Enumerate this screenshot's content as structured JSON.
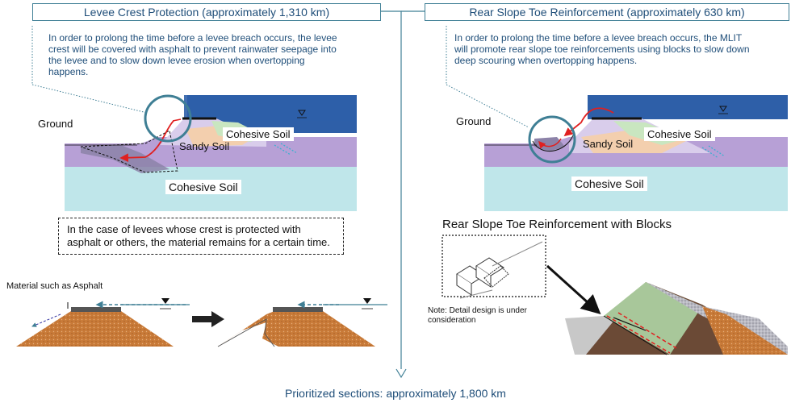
{
  "left": {
    "title": "Levee  Crest Protection (approximately  1,310 km)",
    "description": "In order to prolong the time before a levee breach occurs, the levee crest will be covered with asphalt to prevent rainwater seepage into the levee and to slow down levee erosion when overtopping happens.",
    "label_ground": "Ground",
    "label_cohesive_top": "Cohesive Soil",
    "label_sandy": "Sandy Soil",
    "label_cohesive_bottom": "Cohesive Soil",
    "note_box": "In the case of levees whose crest is protected with asphalt or others, the material remains for a certain time.",
    "label_material": "Material  such as Asphalt"
  },
  "right": {
    "title": "Rear Slope Toe Reinforcement (approximately  630 km)",
    "description": "In order to prolong the time before a levee breach occurs, the MLIT  will promote rear slope toe reinforcements using blocks to slow down deep scouring when overtopping happens.",
    "label_ground": "Ground",
    "label_cohesive_top": "Cohesive Soil",
    "label_sandy": "Sandy Soil",
    "label_cohesive_bottom": "Cohesive Soil",
    "subtitle": "Rear Slope Toe Reinforcement with Blocks",
    "note": "Note: Detail design is under consideration"
  },
  "footer": "Prioritized sections:  approximately  1,800 km",
  "colors": {
    "title_text": "#1f4e79",
    "connector": "#3f7f95",
    "water": "#2e5fa8",
    "cohesive": "#c9e6c0",
    "sandy": "#f3cfae",
    "base": "#bfe6ea",
    "ground_layer": "#b9a2d6",
    "levee_fill": "#c97c3a"
  }
}
